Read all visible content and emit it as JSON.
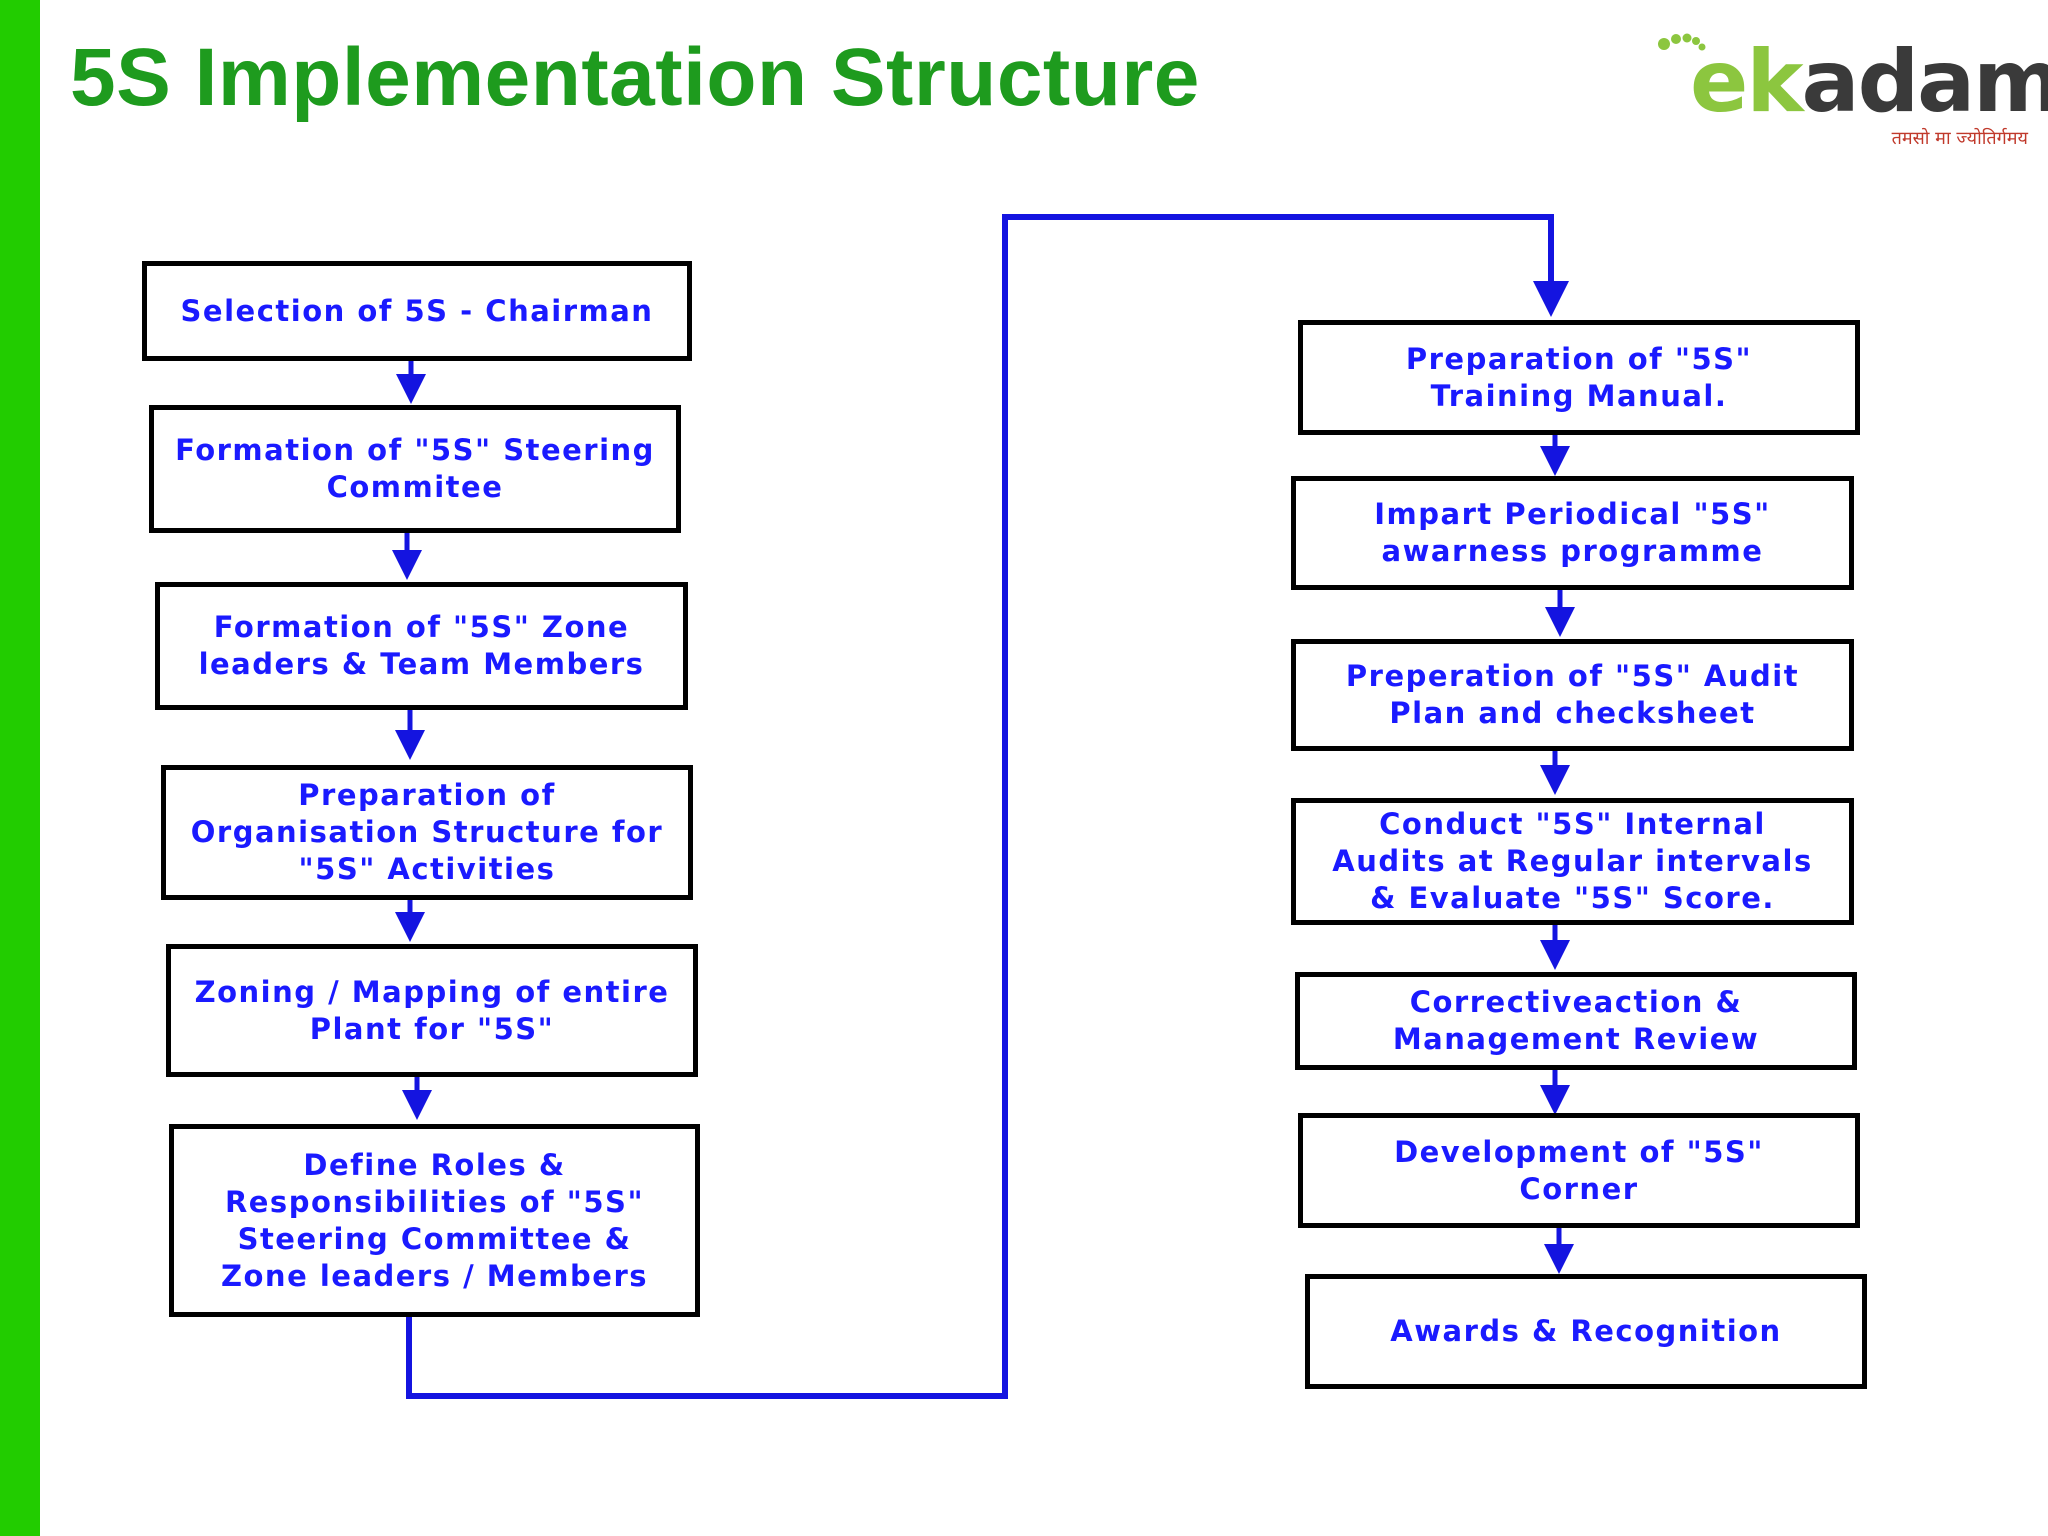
{
  "slide": {
    "title": "5S Implementation Structure",
    "accent_color": "#22cc00",
    "title_color": "#1e9b1e"
  },
  "logo": {
    "wordmark": "ekadam",
    "tagline": "तमसो मा ज्योतिर्गमय",
    "icon": "footprint-icon"
  },
  "flow": {
    "arrow_color": "#1414e0",
    "text_color": "#1a1aff",
    "left_column": [
      "Selection of 5S - Chairman",
      "Formation of \"5S\" Steering\nCommitee",
      "Formation of \"5S\" Zone\nleaders & Team Members",
      "Preparation of\nOrganisation Structure for\n\"5S\" Activities",
      "Zoning / Mapping of entire\nPlant for \"5S\"",
      "Define Roles &\nResponsibilities of \"5S\"\nSteering Committee &\nZone leaders / Members"
    ],
    "right_column": [
      "Preparation of \"5S\"\nTraining Manual.",
      "Impart Periodical \"5S\"\nawarness programme",
      "Preperation of \"5S\" Audit\nPlan and checksheet",
      "Conduct \"5S\" Internal\nAudits at Regular intervals\n& Evaluate \"5S\" Score.",
      "Correctiveaction &\nManagement Review",
      "Development of \"5S\"\nCorner",
      "Awards & Recognition"
    ]
  }
}
